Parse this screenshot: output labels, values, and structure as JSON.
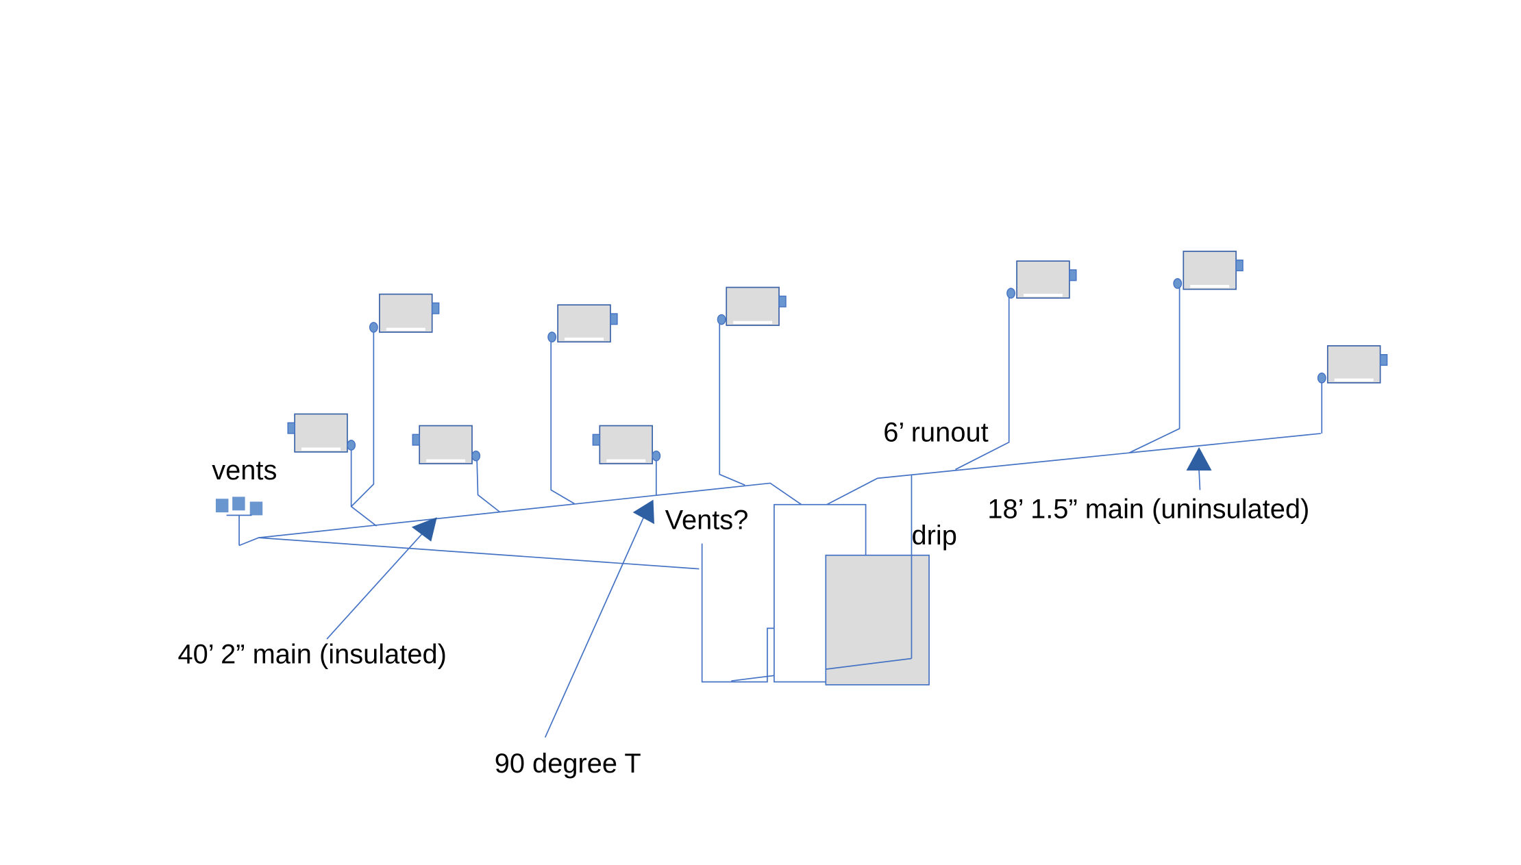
{
  "labels": {
    "vents": "vents",
    "runout": "6’ runout",
    "vents_question": "Vents?",
    "drip": "drip",
    "uninsulated_main": "18’ 1.5” main (uninsulated)",
    "insulated_main": "40’ 2” main (insulated)",
    "tee": "90 degree T"
  },
  "colors": {
    "pipe": "#4472c4",
    "radiator": "#dcdcdc",
    "arrow": "#2e5fa3",
    "vent": "#6a96d0"
  }
}
